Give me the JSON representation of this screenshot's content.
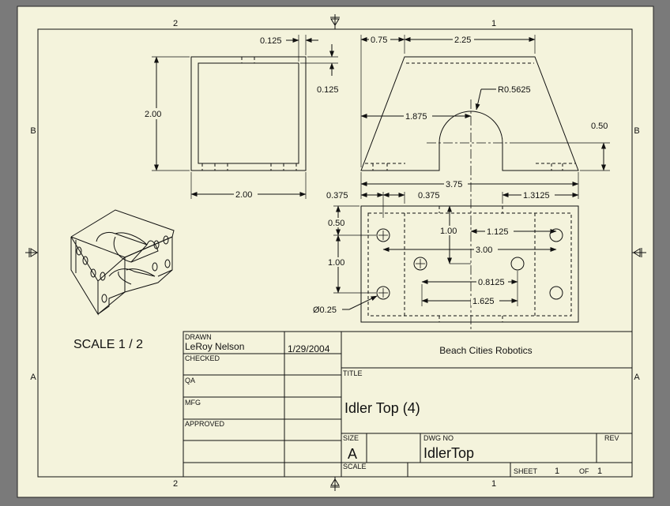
{
  "border": {
    "zones_top": [
      "2",
      "1"
    ],
    "zones_bottom": [
      "2",
      "1"
    ],
    "zones_left": [
      "B",
      "A"
    ],
    "zones_right": [
      "B",
      "A"
    ]
  },
  "dimensions": {
    "wall_thickness_top": "0.125",
    "wall_thickness_side": "0.125",
    "front_height": "2.00",
    "front_width": "2.00",
    "top_offset_left": "0.75",
    "top_width": "2.25",
    "radius": "R0.5625",
    "arch_center_x": "1.875",
    "arch_center_y": "0.50",
    "overall_width": "3.75",
    "hole_x_left": "0.375",
    "hole_x_left2": "0.375",
    "hole_x_right": "1.3125",
    "hole_y_top": "0.50",
    "hole_spacing_y": "1.00",
    "center_hole_y": "1.00",
    "center_hole_x": "1.125",
    "hole_span": "3.00",
    "hole_offset_a": "0.8125",
    "hole_offset_b": "1.625",
    "hole_diameter": "Ø0.25"
  },
  "scale_note": "SCALE 1 / 2",
  "title_block": {
    "drawn_label": "DRAWN",
    "drawn_by": "LeRoy Nelson",
    "drawn_date": "1/29/2004",
    "checked_label": "CHECKED",
    "qa_label": "QA",
    "mfg_label": "MFG",
    "approved_label": "APPROVED",
    "company": "Beach Cities Robotics",
    "title_label": "TITLE",
    "title": "Idler Top (4)",
    "size_label": "SIZE",
    "size": "A",
    "dwg_no_label": "DWG NO",
    "dwg_no": "IdlerTop",
    "rev_label": "REV",
    "scale_label": "SCALE",
    "sheet_label": "SHEET",
    "sheet_num": "1",
    "of_label": "OF",
    "sheet_total": "1"
  },
  "colors": {
    "paper": "#f4f3dc",
    "line": "#111111",
    "frame_bg": "#7a7a7a"
  }
}
